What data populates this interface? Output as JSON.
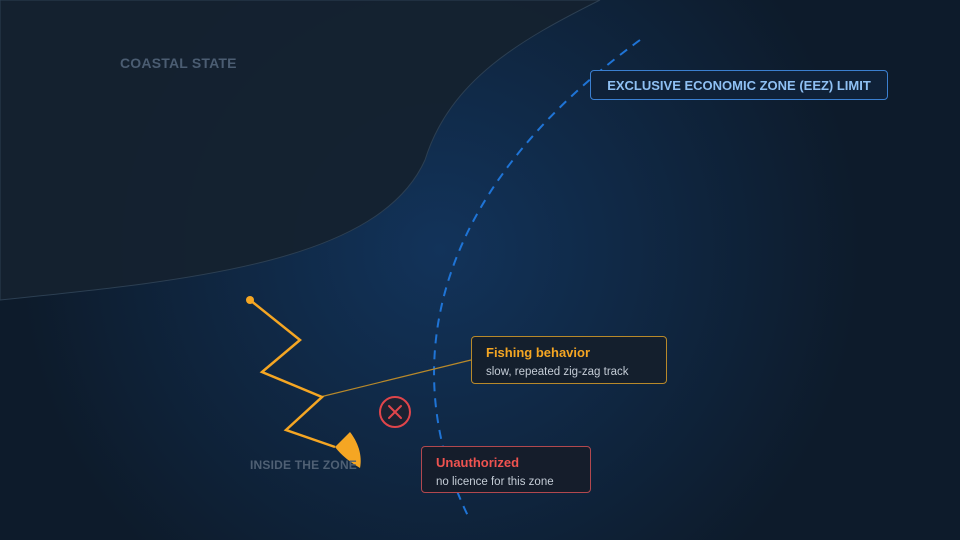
{
  "labels": {
    "coastal_state": "COASTAL STATE",
    "eez_limit": "EXCLUSIVE ECONOMIC ZONE (EEZ) LIMIT",
    "inside_zone": "INSIDE THE ZONE"
  },
  "callouts": {
    "fishing": {
      "title": "Fishing behavior",
      "subtitle": "slow, repeated zig-zag track"
    },
    "unauthorized": {
      "title": "Unauthorized",
      "subtitle": "no licence for this zone"
    }
  },
  "colors": {
    "sea": "#0f1e30",
    "land": "#14222f",
    "eez_line": "#1f74d6",
    "track": "#f5a623",
    "alert": "#e0454b"
  },
  "icons": {
    "vessel": "vessel-icon",
    "violation": "violation-x-icon"
  }
}
